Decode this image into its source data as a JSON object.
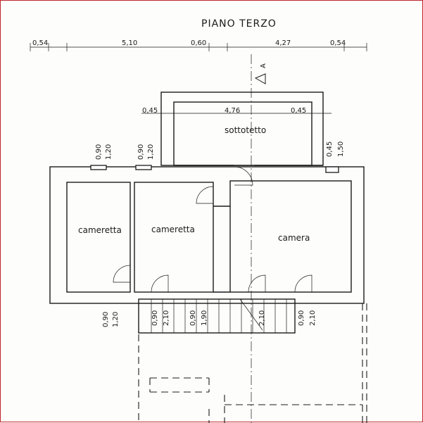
{
  "title": "PIANO   TERZO",
  "section_marker": "A",
  "top_dimensions": [
    "0,54",
    "5,10",
    "0,60",
    "4,27",
    "0,54"
  ],
  "attic_dimensions": [
    "0,45",
    "4,76",
    "0,45"
  ],
  "rooms": {
    "attic": "sottotetto",
    "small_bedroom_left": "cameretta",
    "small_bedroom_mid": "cameretta",
    "bedroom": "camera"
  },
  "window_dimensions": {
    "left_top": [
      "0,90",
      "1,20"
    ],
    "mid_top": [
      "0,90",
      "1,20"
    ],
    "right_top": [
      "0,45",
      "1,50"
    ]
  },
  "door_dimensions": {
    "left_bottom": [
      "0,90",
      "1,20"
    ],
    "stair_left": [
      "0,90",
      "2,10"
    ],
    "stair_mid": [
      "0,90",
      "1,90"
    ],
    "stair_center": [
      "2,10"
    ],
    "right_bottom": [
      "0,90",
      "2,10"
    ]
  }
}
